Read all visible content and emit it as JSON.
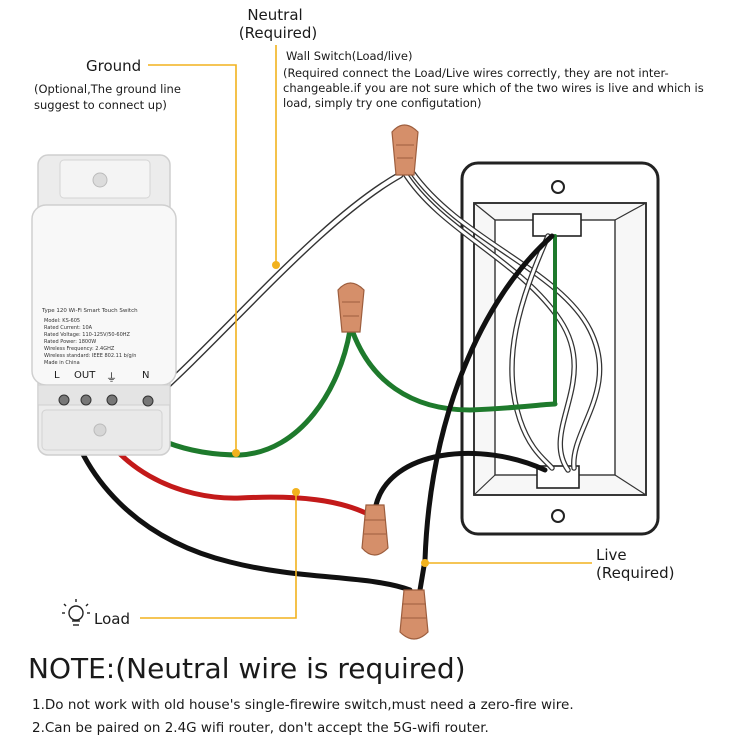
{
  "labels": {
    "neutral_title": "Neutral",
    "neutral_req": "(Required)",
    "ground_title": "Ground",
    "ground_note_1": "(Optional,The ground line",
    "ground_note_2": "suggest to connect up)",
    "wall_switch_title": "Wall Switch(Load/live)",
    "wall_switch_note_1": "(Required connect the Load/Live wires correctly, they are not inter-",
    "wall_switch_note_2": "changeable.if you are not sure which of the two wires is live and which is",
    "wall_switch_note_3": "load, simply try one configutation)",
    "live_title": "Live",
    "live_req": "(Required)",
    "load_title": "Load"
  },
  "device": {
    "type_line": "Type 120 Wi-Fi Smart Touch Switch",
    "spec_lines": [
      "Model: KS-605",
      "Rated Current: 10A",
      "Rated Voltage: 110-125V/50-60HZ",
      "Rated Power: 1800W",
      "Wireless Frequency: 2.4GHZ",
      "Wireless standard: IEEE 802.11 b/g/n",
      "Made in China"
    ],
    "terminals": [
      "L",
      "OUT",
      "⏚",
      "N"
    ]
  },
  "notes": {
    "heading": "NOTE:(Neutral wire is required)",
    "items": [
      "1.Do not work with old house's single-firewire switch,must need a zero-fire wire.",
      "2.Can be paired on 2.4G wifi router, don't accept the 5G-wifi router."
    ]
  },
  "colors": {
    "leader_line": "#f2b21e",
    "ground_wire": "#1e7a2c",
    "load_wire": "#c31a1a",
    "live_wire": "#111111",
    "neutral_wire": "#ffffff",
    "wire_nut": "#d58f6a",
    "device_body": "#eeeeee"
  },
  "icons": [
    "lightbulb-icon",
    "ground-symbol-icon"
  ]
}
